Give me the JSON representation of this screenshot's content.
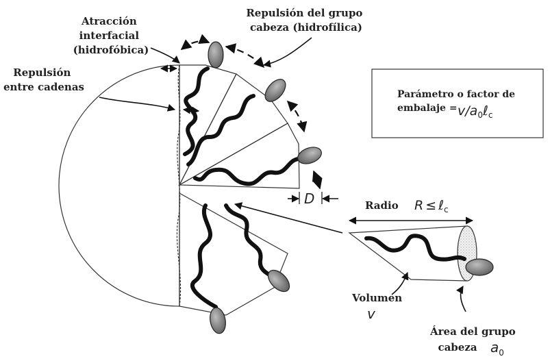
{
  "labels": {
    "atraccion": [
      "Atracción",
      "interfacial",
      "(hidrofóbica)"
    ],
    "repulsion_grupo": [
      "Repulsión del grupo",
      "cabeza (hidrofílica)"
    ],
    "repulsion_cadenas": [
      "Repulsión",
      "entre cadenas"
    ],
    "parametro": [
      "Parámetro o factor de",
      "embalaje ="
    ],
    "parametro_formula": {
      "v": "v",
      "slash": "/",
      "a": "a",
      "a_sub": "0",
      "l": "ℓ",
      "l_sub": "c"
    },
    "radio": "Radio",
    "radio_formula": {
      "r": "R",
      "le": "≤",
      "l": "ℓ",
      "l_sub": "c"
    },
    "d_label": "D",
    "volumen": "Volumen",
    "volumen_symbol": "v",
    "area": [
      "Área del grupo",
      "cabeza"
    ],
    "area_symbol": {
      "a": "a",
      "sub": "0"
    }
  },
  "colors": {
    "stipple": "#d9d9d9",
    "head": "#8a8a8a",
    "ink": "#111111"
  }
}
